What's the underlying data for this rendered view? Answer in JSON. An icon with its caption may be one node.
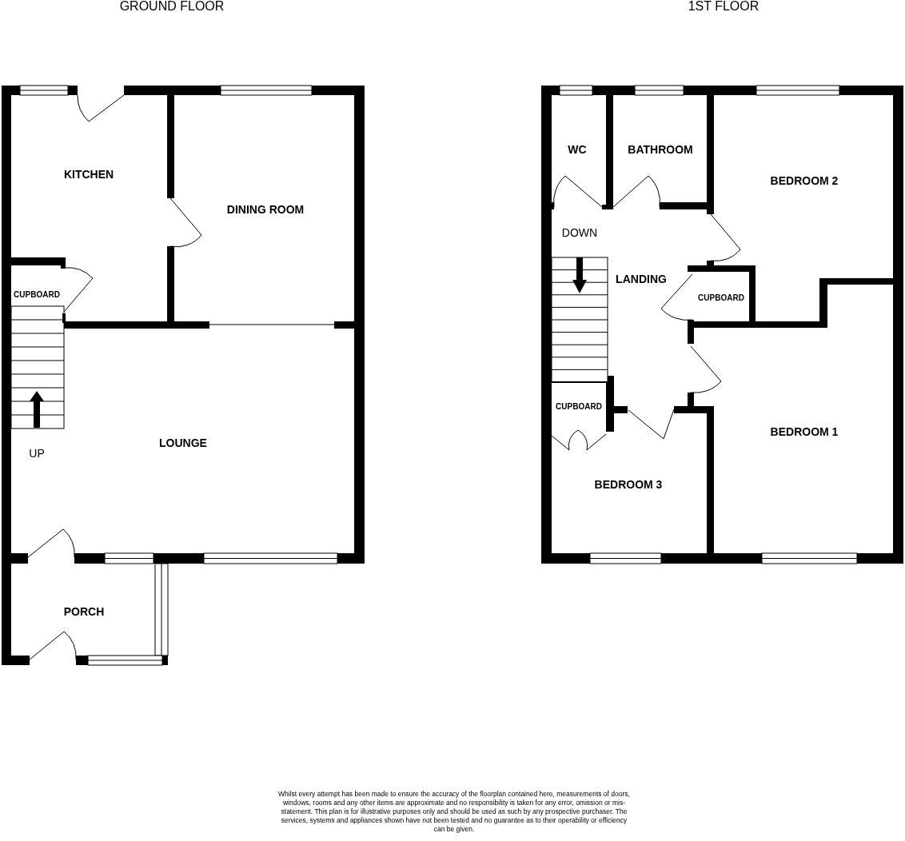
{
  "diagram": {
    "labels": [
      "GROUND FLOOR",
      "1ST FLOOR",
      "KITCHEN",
      "DINING ROOM",
      "CUPBOARD",
      "UP",
      "LOUNGE",
      "PORCH",
      "WC",
      "BATHROOM",
      "BEDROOM 2",
      "DOWN",
      "LANDING",
      "CUPBOARD",
      "CUPBOARD",
      "BEDROOM 1",
      "BEDROOM 3",
      "Whilst every attempt has been made to ensure the accuracy of the floorplan contained here, measurements of doors, windows, rooms and any other items are approximate and no responsibility is taken for any error, omission or mis-statement. This plan is for illustrative purposes only and should be used as such by any prospective purchaser. The services, systems and appliances shown have not been tested and no guarantee as to their operability or efficiency can be given."
    ]
  }
}
